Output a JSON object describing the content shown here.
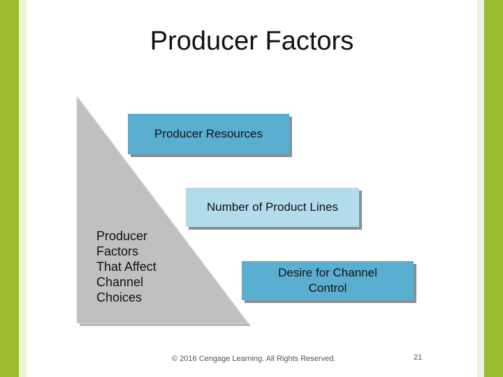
{
  "slide": {
    "title": "Producer Factors",
    "triangle_label": "Producer\nFactors\nThat Affect\nChannel\nChoices",
    "boxes": [
      {
        "label": "Producer Resources"
      },
      {
        "label": "Number of Product Lines"
      },
      {
        "label": "Desire for Channel\nControl"
      }
    ],
    "footer": "© 2016 Cengage Learning. All Rights Reserved.",
    "page_number": "21"
  },
  "colors": {
    "accent_green": "#9bbb2f",
    "box_blue": "#5aaed0",
    "box_light_blue": "#b3dceb",
    "triangle_gray": "#c0c0c0"
  }
}
